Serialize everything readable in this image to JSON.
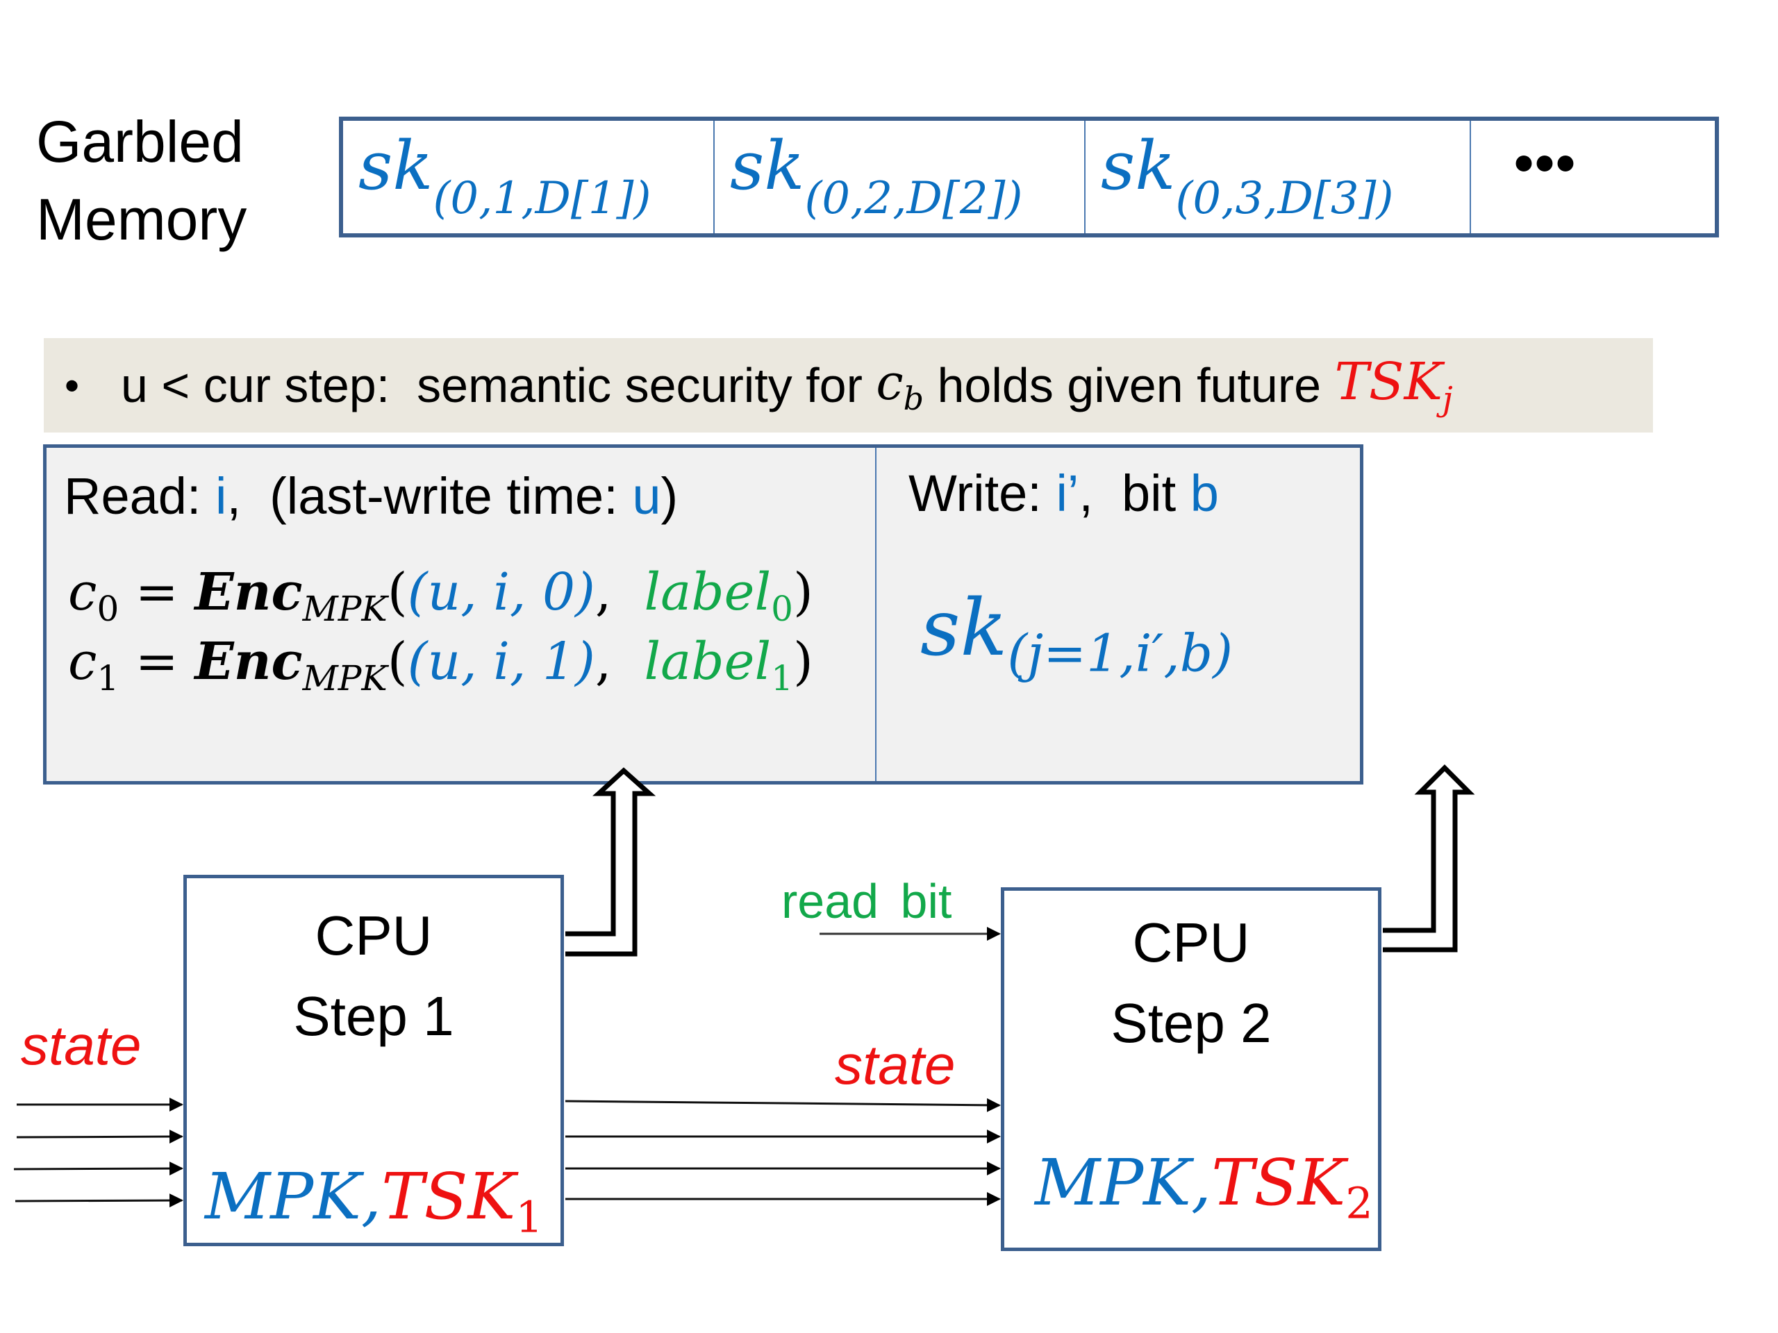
{
  "memory": {
    "label_line1": "Garbled",
    "label_line2": "Memory",
    "cells": [
      {
        "base": "sk",
        "subscript": "(0,1,D[1])"
      },
      {
        "base": "sk",
        "subscript": "(0,2,D[2])"
      },
      {
        "base": "sk",
        "subscript": "(0,3,D[3])"
      }
    ],
    "ellipsis": "•••"
  },
  "banner": {
    "bullet": "•",
    "text_before": "u < cur step:  semantic security for ",
    "cb_base": "c",
    "cb_sub": "b",
    "text_after": " holds given future ",
    "tsk_base": "TSK",
    "tsk_sub": "j"
  },
  "read_panel": {
    "title_prefix": "Read: ",
    "title_i": "i",
    "title_mid": ",  (last-write time: ",
    "title_u": "u",
    "title_suffix": ")",
    "equations": [
      {
        "lhs_base": "c",
        "lhs_sub": "0",
        "eq": " = ",
        "func": "Enc",
        "func_sub": "MPK",
        "open": "(",
        "tuple": "(u, i, 0)",
        "comma": ",  ",
        "label_base": "label",
        "label_sub": "0",
        "close": ")"
      },
      {
        "lhs_base": "c",
        "lhs_sub": "1",
        "eq": " = ",
        "func": "Enc",
        "func_sub": "MPK",
        "open": "(",
        "tuple": "(u, i, 1)",
        "comma": ",  ",
        "label_base": "label",
        "label_sub": "1",
        "close": ")"
      }
    ]
  },
  "write_panel": {
    "title_prefix": "Write: ",
    "title_i": "i’",
    "title_mid": ",  bit ",
    "title_b": "b",
    "key_base": "sk",
    "key_sub": "(j=1,i′,b)"
  },
  "cpu_steps": [
    {
      "line1": "CPU",
      "line2": "Step 1",
      "mpk": "MPK",
      "sep": ",",
      "tsk_base": "TSK",
      "tsk_sub": "1"
    },
    {
      "line1": "CPU",
      "line2": "Step 2",
      "mpk": "MPK",
      "sep": ",",
      "tsk_base": "TSK",
      "tsk_sub": "2"
    }
  ],
  "labels": {
    "state_in": "state",
    "state_between": "state",
    "read_bit": "read  bit"
  },
  "colors": {
    "box_border": "#3c5f8e",
    "variable_blue": "#0b6fc1",
    "secret_red": "#ee1111",
    "label_green": "#12a84a",
    "banner_bg": "#ebe8df",
    "panel_bg": "#f1f1f1"
  }
}
